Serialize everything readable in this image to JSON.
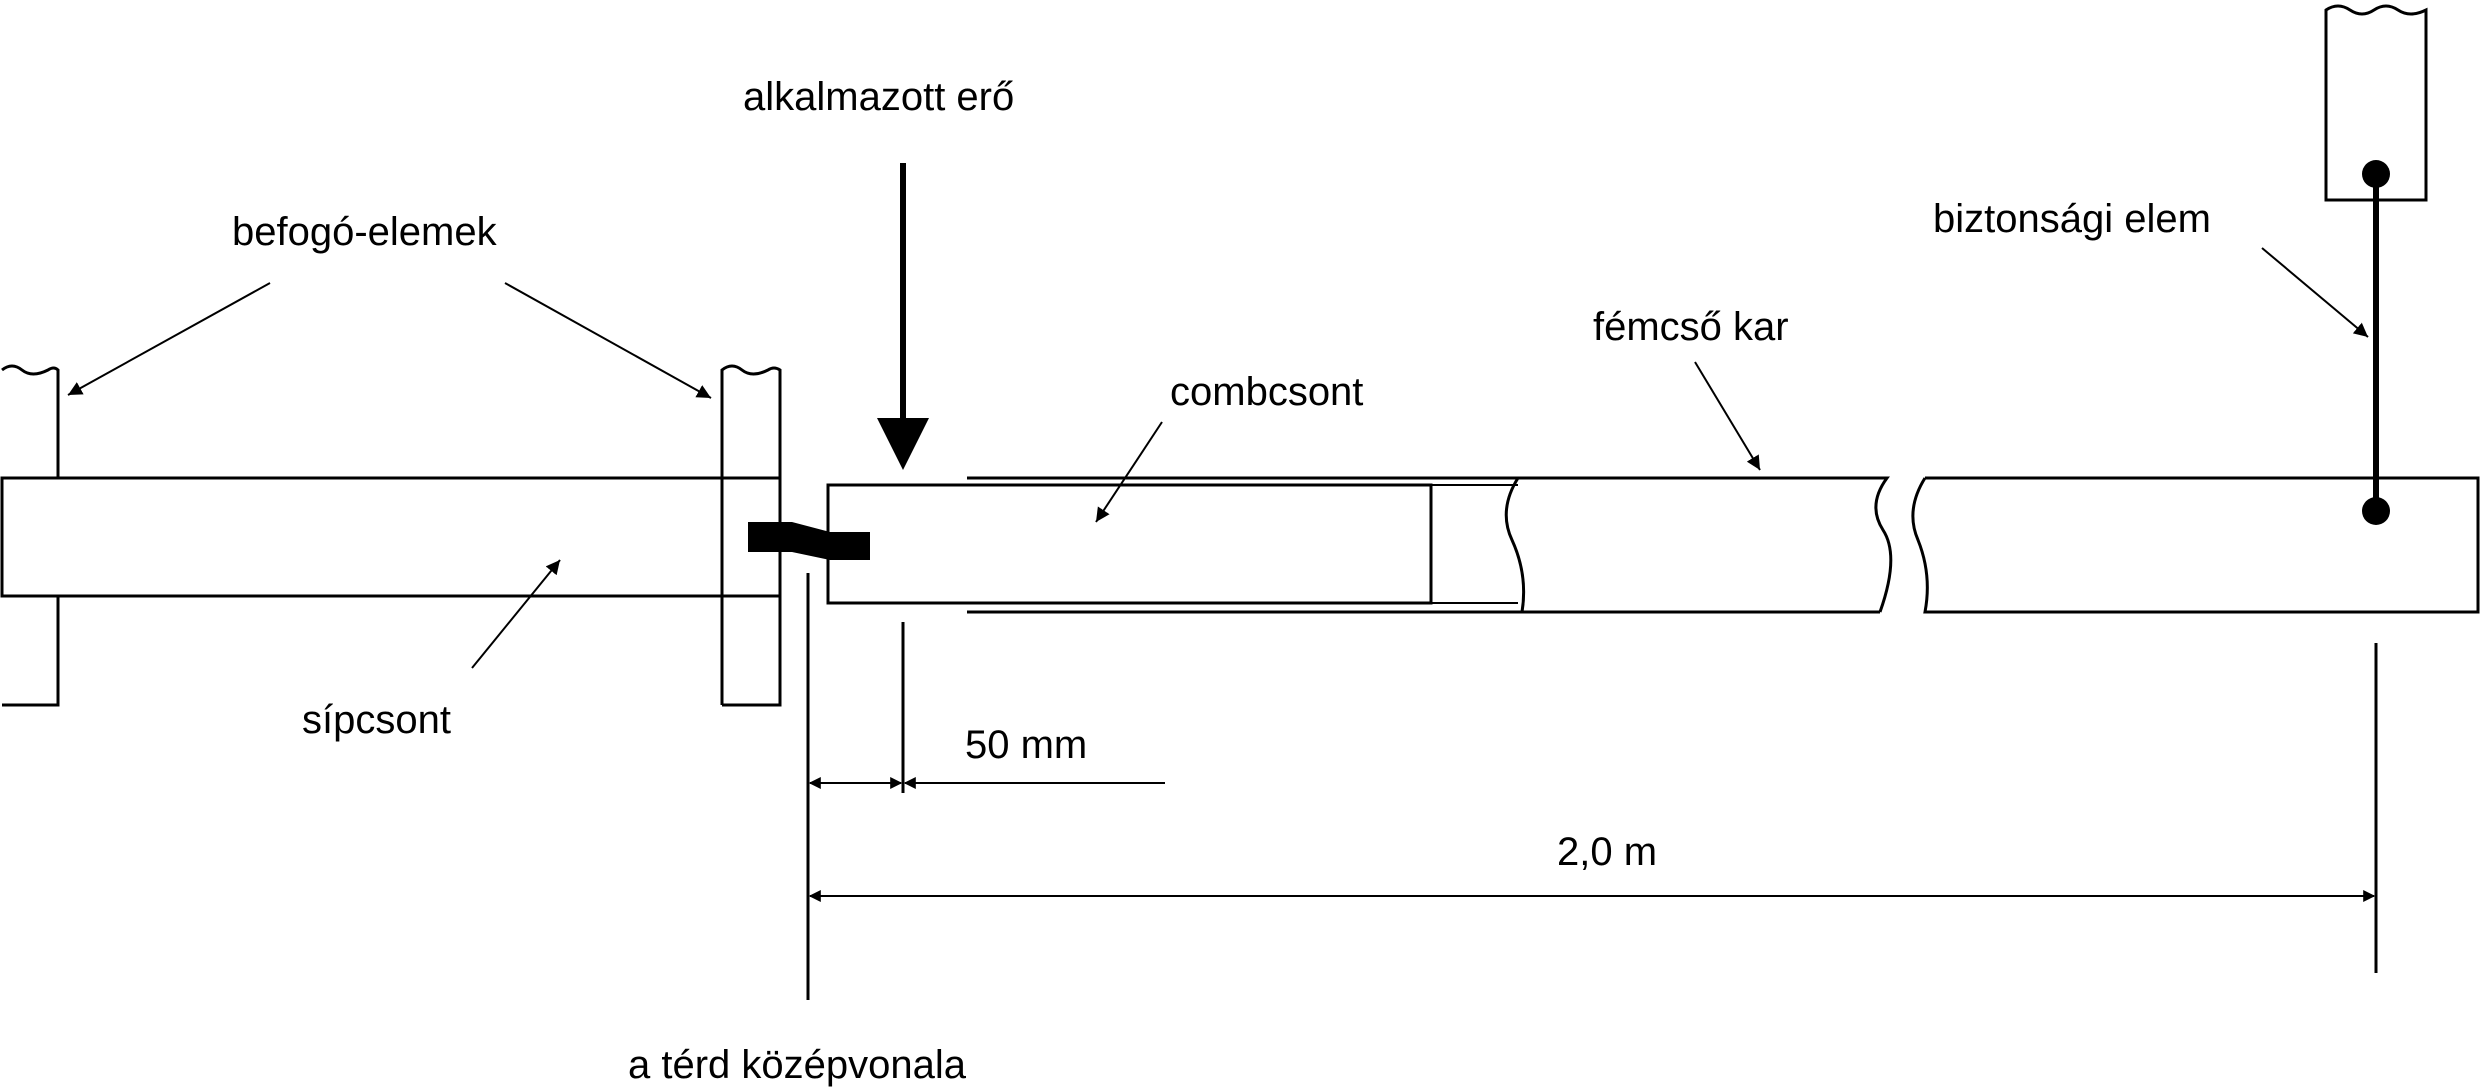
{
  "labels": {
    "applied_force": "alkalmazott erő",
    "clamps": "befogó-elemek",
    "safety_element": "biztonsági elem",
    "metal_tube_arm": "fémcső kar",
    "femur": "combcsont",
    "tibia": "sípcsont",
    "dim_50mm": "50 mm",
    "dim_2m": "2,0 m",
    "knee_centerline": "a térd középvonala"
  },
  "colors": {
    "line": "#000000",
    "background": "#ffffff"
  }
}
